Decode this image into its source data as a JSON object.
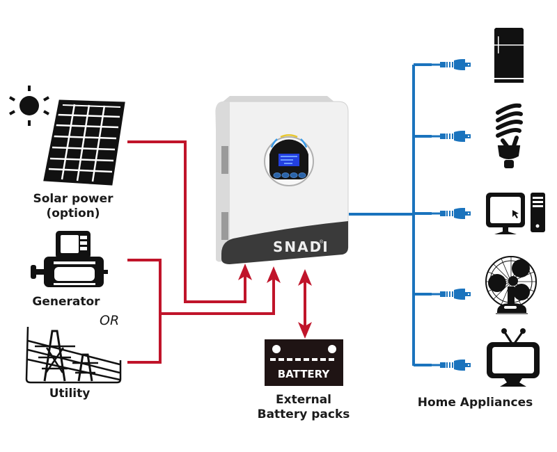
{
  "title": "Solar inverter system connection diagram",
  "colors": {
    "input_wire": "#c0142a",
    "output_wire": "#1a73bd",
    "icon": "#111111",
    "inverter_body": "#ececec",
    "inverter_base": "#3a3a3a",
    "lcd": "#2340e0"
  },
  "sources": [
    {
      "id": "solar",
      "label_line1": "Solar power",
      "label_line2": "(option)",
      "icon": "solar-panel-icon"
    },
    {
      "id": "generator",
      "label": "Generator",
      "icon": "generator-icon"
    },
    {
      "id": "utility",
      "label": "Utility",
      "icon": "power-tower-icon"
    }
  ],
  "or_text": "OR",
  "inverter": {
    "brand": "SNADI",
    "registered_mark": "®"
  },
  "battery": {
    "icon_text": "BATTERY",
    "label_line1": "External",
    "label_line2": "Battery packs"
  },
  "appliances": {
    "label": "Home Appliances",
    "items": [
      "refrigerator",
      "light bulb",
      "computer",
      "fan",
      "television"
    ]
  }
}
